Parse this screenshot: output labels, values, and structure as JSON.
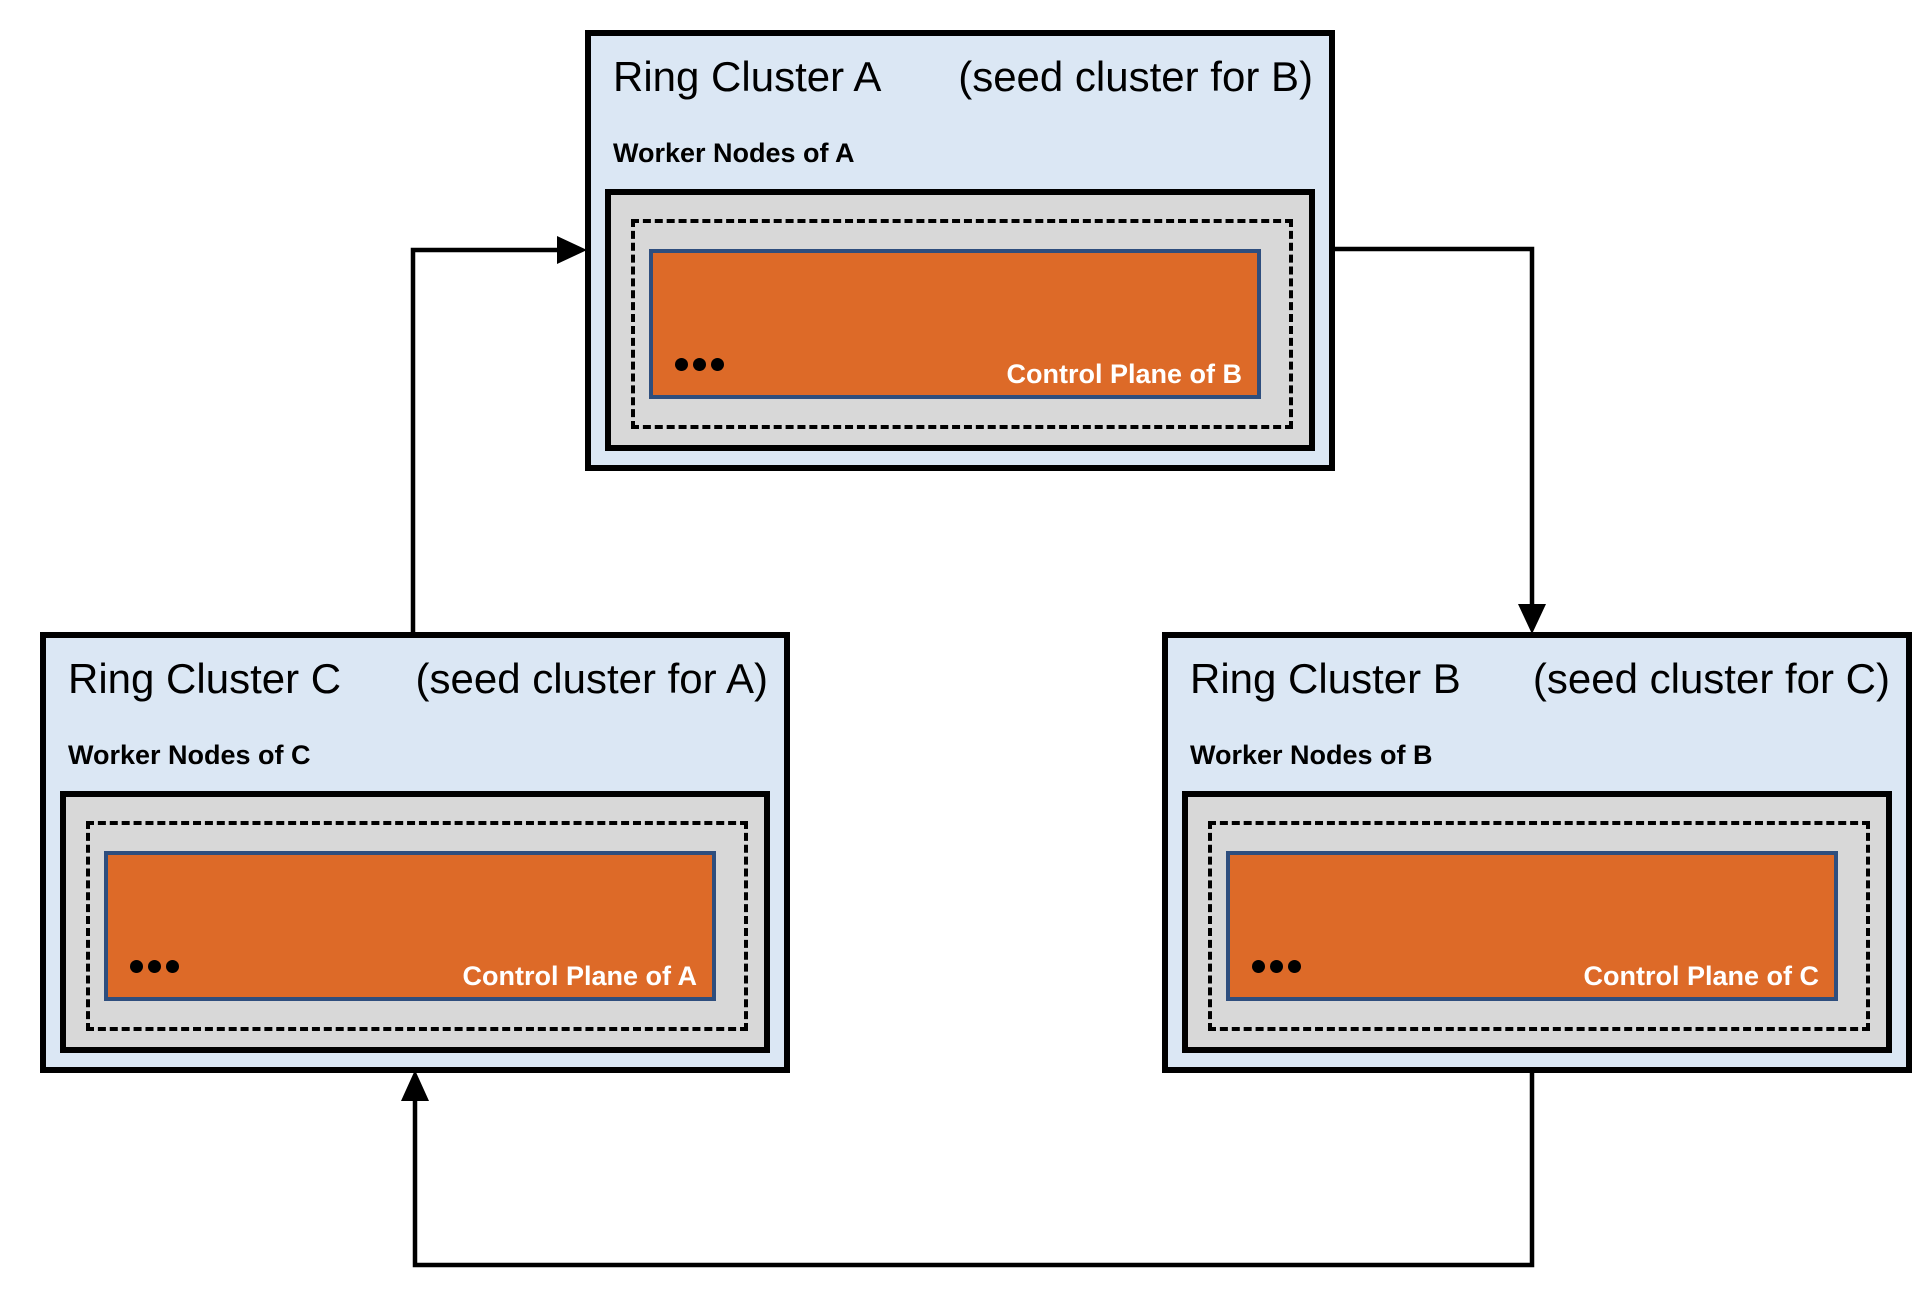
{
  "diagram": {
    "description": "Three ring clusters seeding each other's control planes in a cycle"
  },
  "clusters": [
    {
      "id": "A",
      "title": "Ring Cluster A",
      "subtitle": "(seed cluster for B)",
      "worker_label": "Worker Nodes of A",
      "control_plane_label": "Control Plane of B"
    },
    {
      "id": "C",
      "title": "Ring Cluster C",
      "subtitle": "(seed cluster for A)",
      "worker_label": "Worker Nodes of C",
      "control_plane_label": "Control Plane of A"
    },
    {
      "id": "B",
      "title": "Ring Cluster B",
      "subtitle": "(seed cluster for C)",
      "worker_label": "Worker Nodes of B",
      "control_plane_label": "Control Plane of C"
    }
  ],
  "edges": [
    {
      "from": "Ring Cluster C",
      "to": "Ring Cluster A"
    },
    {
      "from": "Ring Cluster A",
      "to": "Ring Cluster B"
    },
    {
      "from": "Ring Cluster B",
      "to": "Ring Cluster C"
    }
  ],
  "colors": {
    "cluster-fill": "#dbe7f4",
    "worker-fill": "#d8d8d8",
    "control-plane-fill": "#dd6a28",
    "control-plane-border": "#2e4e7e",
    "line-color": "#000000",
    "title-color": "#000000",
    "label-color": "#000000",
    "cp-label-color": "#ffffff"
  }
}
